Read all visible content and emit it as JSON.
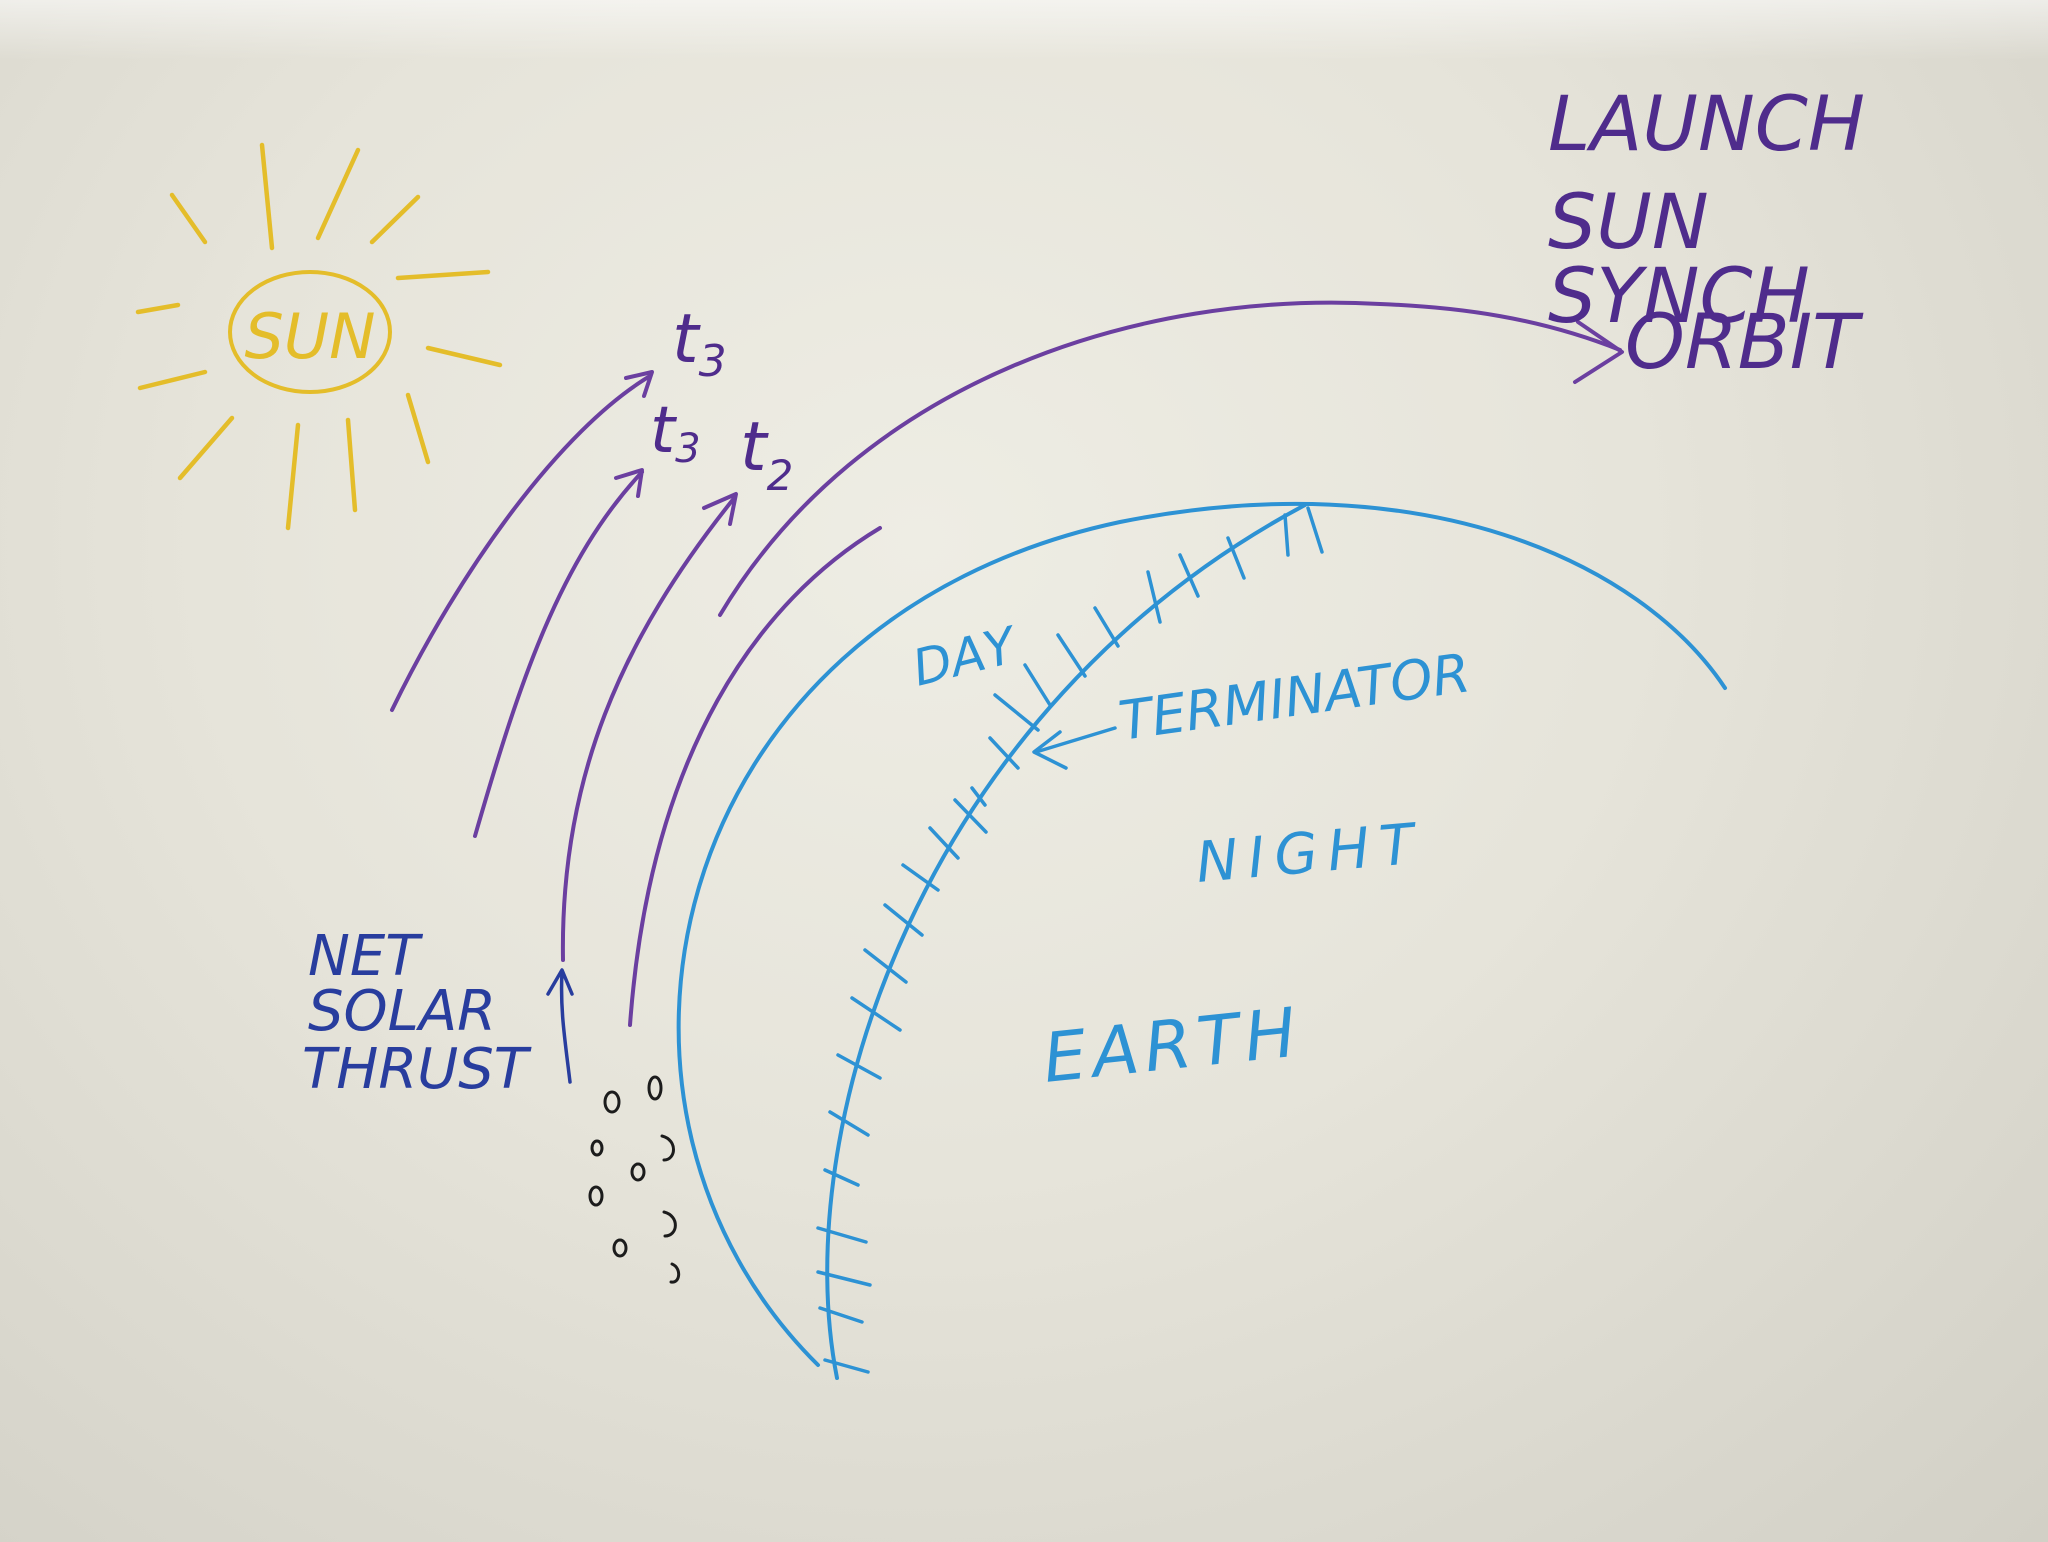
{
  "sun_label": "SUN",
  "launch_label": [
    "LAUNCH",
    "SUN",
    "SYNCH",
    "ORBIT"
  ],
  "time_labels": {
    "t3_upper_base": "t",
    "t3_upper_sub": "3",
    "t3_lower_base": "t",
    "t3_lower_sub": "3",
    "t2_base": "t",
    "t2_sub": "2"
  },
  "net_solar_thrust_label": [
    "NET",
    "SOLAR",
    "THRUST"
  ],
  "day_label": "DAY",
  "terminator_label": "TERMINATOR",
  "night_label": "NIGHT",
  "earth_label": "EARTH",
  "colors": {
    "sun": "#e4bd2a",
    "trajectory": "#6b3fa0",
    "earth": "#2d92d4",
    "thrust_text": "#283d9e",
    "exhaust": "#1c1c1c"
  }
}
